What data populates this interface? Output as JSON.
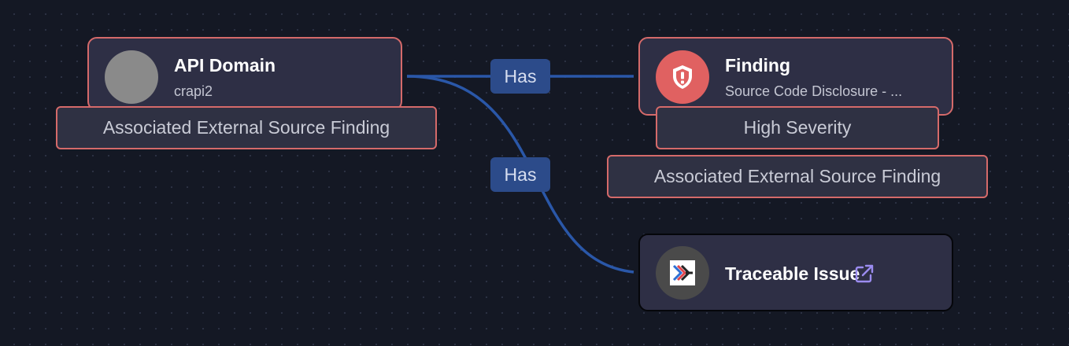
{
  "edges": [
    {
      "label": "Has"
    },
    {
      "label": "Has"
    }
  ],
  "nodes": {
    "api_domain": {
      "title": "API Domain",
      "subtitle": "crapi2",
      "tag": "Associated External Source Finding",
      "avatar_color": "#8a8a8a"
    },
    "finding": {
      "title": "Finding",
      "subtitle": "Source Code Disclosure - ...",
      "tags": [
        "High Severity",
        "Associated External Source Finding"
      ],
      "icon": "shield-alert-icon",
      "icon_bg": "#e06161"
    },
    "traceable_issue": {
      "title": "Traceable Issue",
      "icon": "traceable-logo-icon",
      "link_icon": "external-link-icon",
      "link_color": "#9b8cf0"
    }
  },
  "colors": {
    "edge": "#2a57a8",
    "node_border_highlight": "#d56a6a",
    "background": "#141824"
  }
}
